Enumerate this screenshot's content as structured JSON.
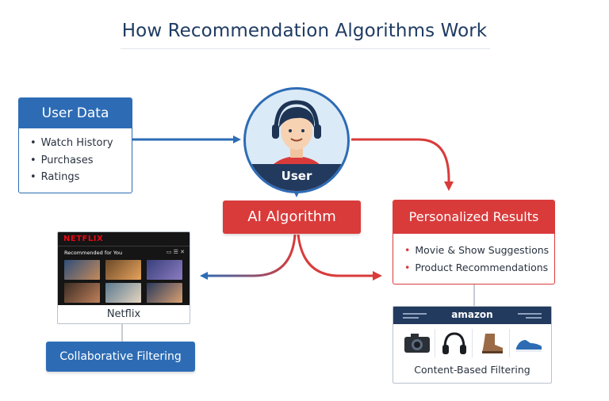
{
  "title": "How Recommendation Algorithms Work",
  "user_data": {
    "header": "User Data",
    "items": [
      "Watch History",
      "Purchases",
      "Ratings"
    ]
  },
  "user": {
    "label": "User"
  },
  "ai": {
    "label": "AI Algorithm"
  },
  "results": {
    "header": "Personalized Results",
    "items": [
      "Movie & Show Suggestions",
      "Product Recommendations"
    ]
  },
  "netflix": {
    "logo": "NETFLIX",
    "subtitle": "Recommended for You",
    "controls": "▭ ☰ ✕",
    "caption": "Netflix"
  },
  "collaborative": {
    "label": "Collaborative Filtering"
  },
  "amazon": {
    "logo": "amazon",
    "caption": "Content-Based Filtering",
    "products": [
      "camera-icon",
      "headphones-icon",
      "boot-icon",
      "sneaker-icon"
    ]
  },
  "colors": {
    "blue": "#2d6cb5",
    "red": "#d93b3b",
    "navy": "#223a5e"
  }
}
